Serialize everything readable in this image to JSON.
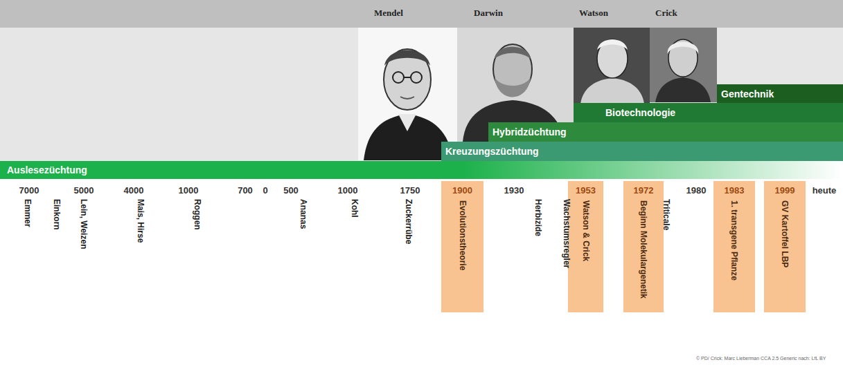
{
  "diagram": {
    "nodes": [
      {
        "text": [
          "Gentechnik"
        ]
      },
      {
        "text": [
          "Biotechnologie"
        ]
      },
      {
        "text": [
          "Hybridzüchtung"
        ]
      },
      {
        "text": [
          "Kreuzungszüchtung"
        ]
      },
      {
        "text": [
          "Auslesezüchtung"
        ]
      },
      {
        "text": [
          "1900",
          "Evolutionstheorie"
        ]
      },
      {
        "text": [
          "1953",
          "Watson & Crick"
        ]
      },
      {
        "text": [
          "1972",
          "Beginn Molekulargenetik"
        ]
      },
      {
        "text": [
          "1983",
          "1. transgene Pflanze"
        ]
      },
      {
        "text": [
          "1999",
          "GV Kartoffel LBP"
        ]
      }
    ],
    "labels": [
      "Mendel",
      "Darwin",
      "Watson",
      "Crick",
      "7000",
      "5000",
      "4000",
      "1000",
      "700",
      "0",
      "500",
      "1000",
      "1750",
      "1930",
      "1980",
      "heute",
      "Emmer",
      "Einkorn",
      "Lein, Weizen",
      "Mais, Hirse",
      "Roggen",
      "Ananas",
      "Kohl",
      "Zuckerrübe",
      "Herbizide",
      "Wachstumsregler",
      "Triticale",
      "© PD/ Crick: Marc Lieberman CCA 2.5 Generic nach: LfL BY"
    ]
  }
}
